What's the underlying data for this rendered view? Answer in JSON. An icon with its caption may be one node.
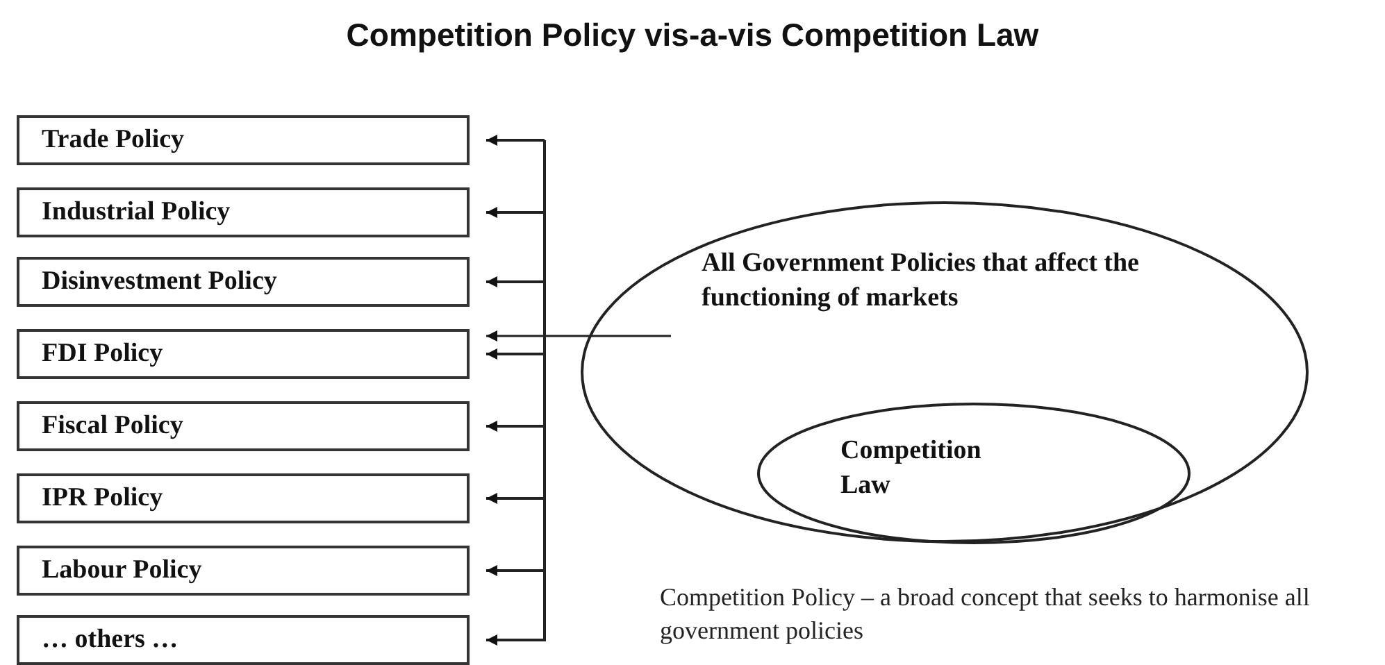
{
  "diagram": {
    "title": "Competition Policy vis-a-vis Competition Law",
    "nodes": [
      {
        "text": [
          "Trade Policy"
        ]
      },
      {
        "text": [
          "Industrial Policy"
        ]
      },
      {
        "text": [
          "Disinvestment Policy"
        ]
      },
      {
        "text": [
          "FDI Policy"
        ]
      },
      {
        "text": [
          "Fiscal Policy"
        ]
      },
      {
        "text": [
          "IPR Policy"
        ]
      },
      {
        "text": [
          "Labour Policy"
        ]
      },
      {
        "text": [
          "… others …"
        ]
      },
      {
        "text": [
          "All Government Policies that affect the functioning of markets"
        ]
      },
      {
        "text": [
          "Competition Law"
        ],
        "in": 8
      }
    ],
    "edges": [
      {
        "from": null,
        "to": 0,
        "arrow": "to"
      },
      {
        "from": null,
        "to": 1,
        "arrow": "to"
      },
      {
        "from": null,
        "to": 2,
        "arrow": "to"
      },
      {
        "from": null,
        "to": 3,
        "arrow": "to"
      },
      {
        "from": null,
        "to": 4,
        "arrow": "to"
      },
      {
        "from": null,
        "to": 5,
        "arrow": "to"
      },
      {
        "from": null,
        "to": 6,
        "arrow": "to"
      },
      {
        "from": null,
        "to": 7,
        "arrow": "to"
      },
      {
        "from": 8,
        "to": 3,
        "arrow": "to"
      }
    ],
    "labels": [
      "Competition Policy – a broad concept that seeks to harmonise all government policies"
    ]
  }
}
